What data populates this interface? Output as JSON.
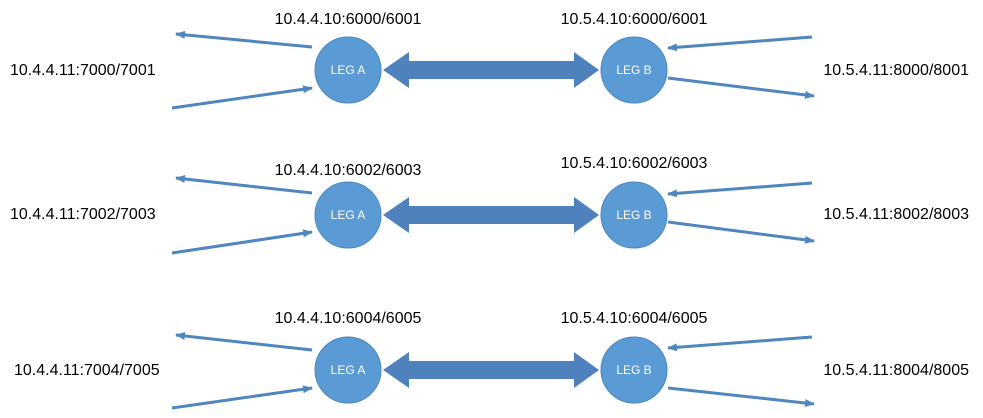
{
  "colors": {
    "node_fill": "#5b9bd5",
    "node_stroke": "#4a88c0",
    "arrow": "#4f86bd",
    "link": "#4f81bd"
  },
  "rows": [
    {
      "leg_a": {
        "label": "LEG A",
        "address": "10.4.4.10:6000/6001"
      },
      "leg_b": {
        "label": "LEG B",
        "address": "10.5.4.10:6000/6001"
      },
      "left_endpoint": "10.4.4.11:7000/7001",
      "right_endpoint": "10.5.4.11:8000/8001"
    },
    {
      "leg_a": {
        "label": "LEG A",
        "address": "10.4.4.10:6002/6003"
      },
      "leg_b": {
        "label": "LEG B",
        "address": "10.5.4.10:6002/6003"
      },
      "left_endpoint": "10.4.4.11:7002/7003",
      "right_endpoint": "10.5.4.11:8002/8003"
    },
    {
      "leg_a": {
        "label": "LEG A",
        "address": "10.4.4.10:6004/6005"
      },
      "leg_b": {
        "label": "LEG B",
        "address": "10.5.4.10:6004/6005"
      },
      "left_endpoint": "10.4.4.11:7004/7005",
      "right_endpoint": "10.5.4.11:8004/8005"
    }
  ]
}
